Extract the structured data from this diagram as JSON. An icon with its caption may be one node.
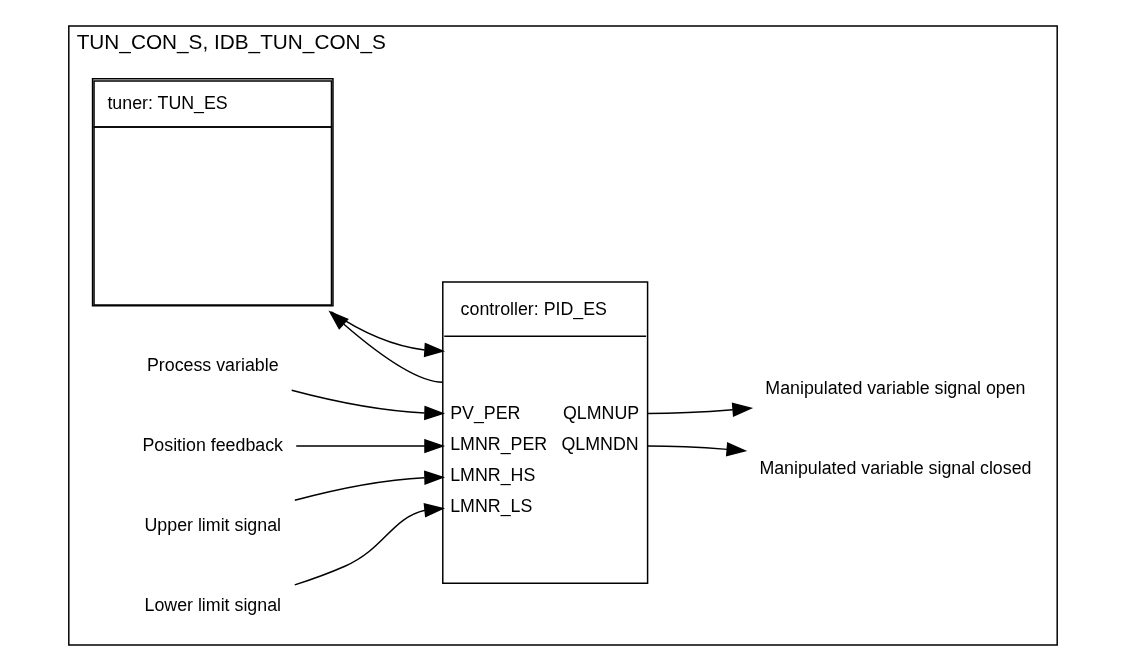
{
  "diagram": {
    "nodes": [
      {
        "text": [
          "TUN_CON_S, IDB_TUN_CON_S"
        ]
      },
      {
        "text": [
          "tuner: TUN_ES"
        ],
        "in": 0
      },
      {
        "text": [
          "controller: PID_ES",
          "PV_PER",
          "LMNR_PER",
          "LMNR_HS",
          "LMNR_LS",
          "QLMNUP",
          "QLMNDN"
        ],
        "in": 0
      },
      {
        "text": [
          "Manipulated variable signal open"
        ],
        "in": 0
      },
      {
        "text": [
          "Manipulated variable signal closed"
        ],
        "in": 0
      },
      {
        "text": [
          "Process variable"
        ],
        "in": 0
      },
      {
        "text": [
          "Position feedback"
        ],
        "in": 0
      },
      {
        "text": [
          "Upper limit signal"
        ],
        "in": 0
      },
      {
        "text": [
          "Lower limit signal"
        ],
        "in": 0
      }
    ],
    "edges": [
      {
        "from": 1,
        "to": 2,
        "arrow": "to"
      },
      {
        "from": 2,
        "to": 1,
        "arrow": "to"
      },
      {
        "from": 2,
        "to": 3,
        "arrow": "to"
      },
      {
        "from": 2,
        "to": 4,
        "arrow": "to"
      },
      {
        "from": 5,
        "to": 2,
        "arrow": "to"
      },
      {
        "from": 6,
        "to": 2,
        "arrow": "to"
      },
      {
        "from": 7,
        "to": 2,
        "arrow": "to"
      },
      {
        "from": 8,
        "to": 2,
        "arrow": "to"
      }
    ]
  }
}
